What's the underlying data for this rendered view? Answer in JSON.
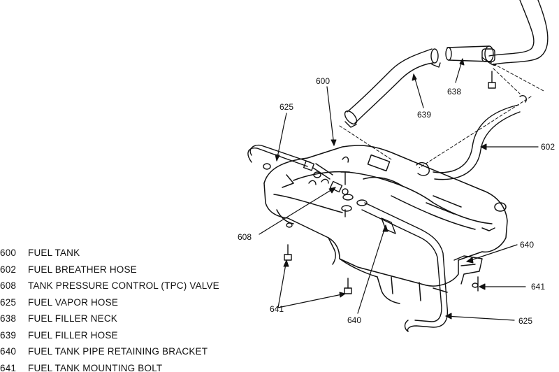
{
  "legend": [
    {
      "num": "600",
      "label": "FUEL TANK"
    },
    {
      "num": "602",
      "label": "FUEL BREATHER HOSE"
    },
    {
      "num": "608",
      "label": "TANK PRESSURE CONTROL (TPC) VALVE"
    },
    {
      "num": "625",
      "label": "FUEL VAPOR HOSE"
    },
    {
      "num": "638",
      "label": "FUEL FILLER NECK"
    },
    {
      "num": "639",
      "label": "FUEL FILLER HOSE"
    },
    {
      "num": "640",
      "label": "FUEL TANK PIPE RETAINING BRACKET"
    },
    {
      "num": "641",
      "label": "FUEL TANK MOUNTING BOLT"
    }
  ],
  "callouts": {
    "c600": "600",
    "c602": "602",
    "c608": "608",
    "c625_top": "625",
    "c625_bottom": "625",
    "c638": "638",
    "c639": "639",
    "c640_right": "640",
    "c640_bottom": "640",
    "c641_left": "641",
    "c641_right": "641"
  },
  "colors": {
    "ink": "#111111",
    "background": "#ffffff"
  }
}
